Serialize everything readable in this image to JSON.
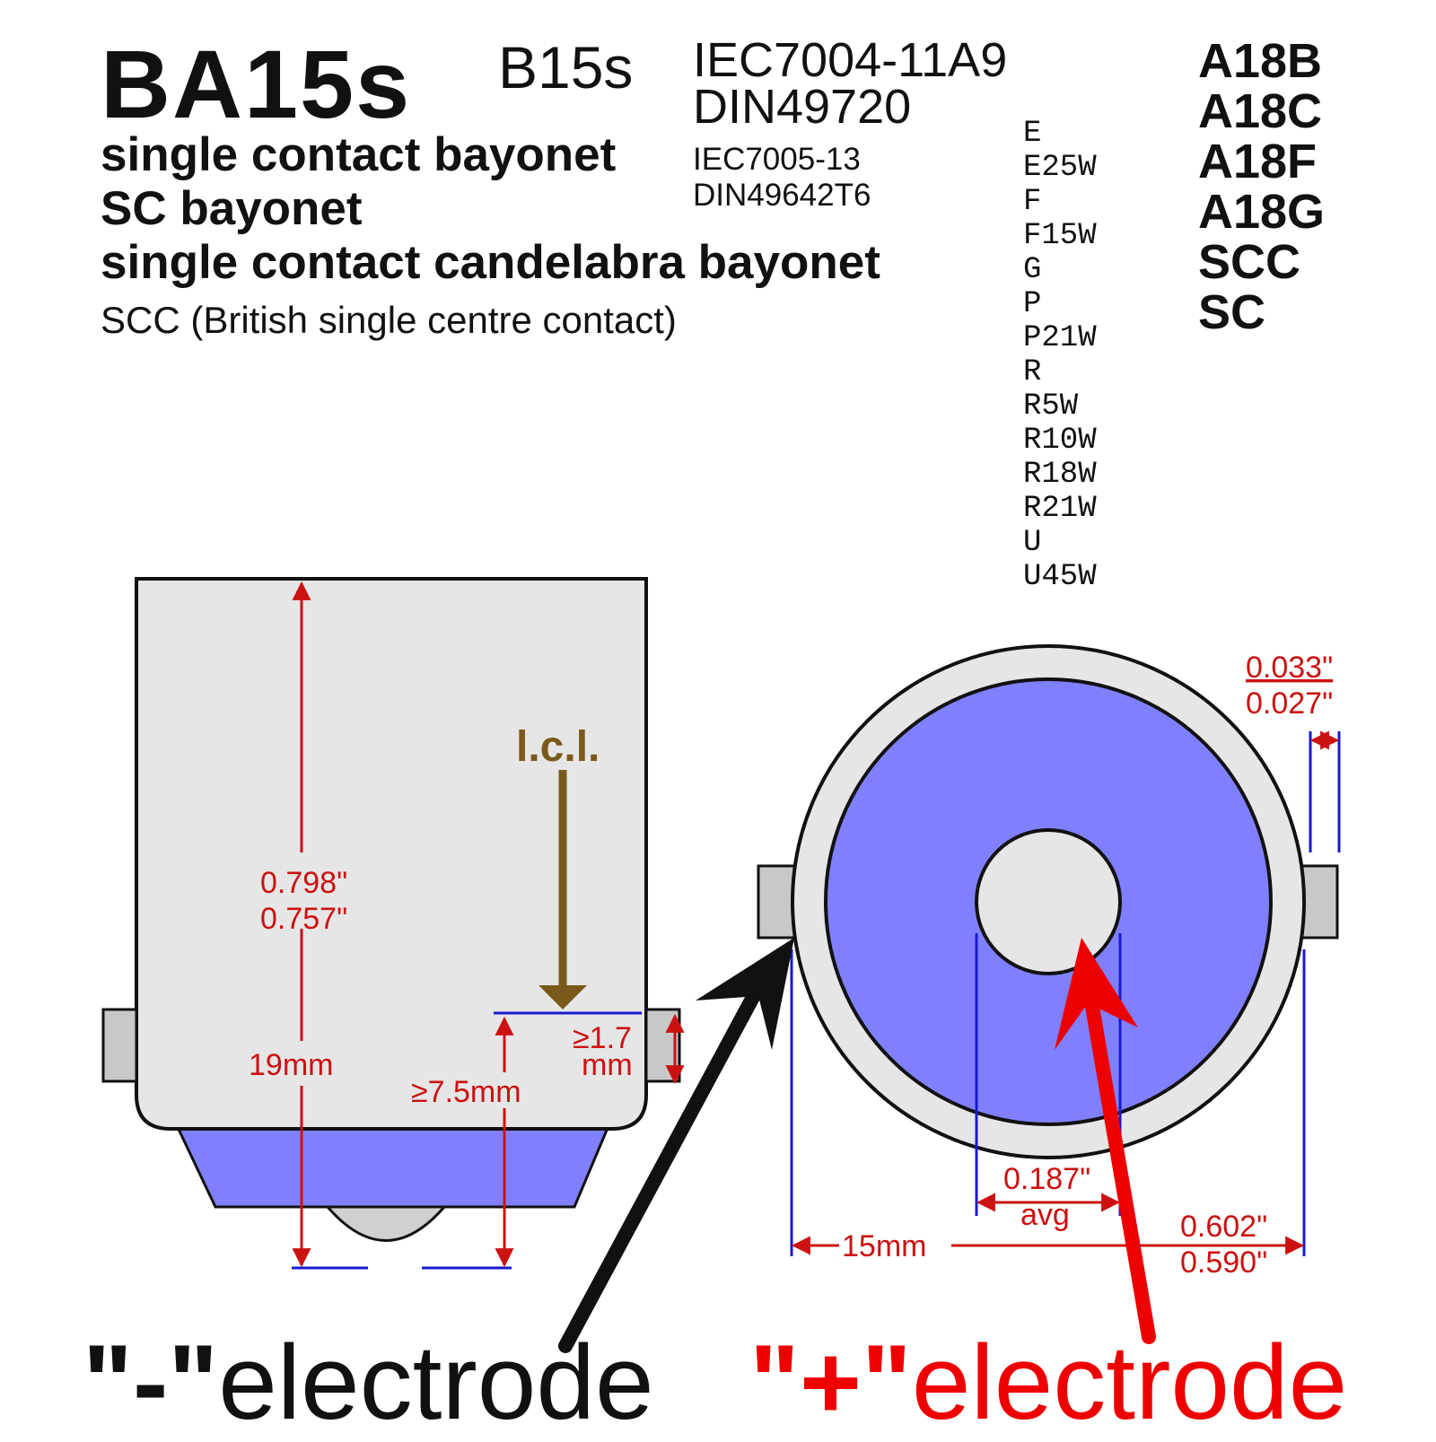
{
  "header": {
    "title": "BA15s",
    "subtitle": "B15s",
    "standard_iec": "IEC7004-11A9",
    "standard_din": "DIN49720",
    "standard_iec_small": "IEC7005-13",
    "standard_din_small": "DIN49642T6"
  },
  "aliases": [
    "single contact bayonet",
    "SC bayonet",
    "single contact candelabra bayonet",
    "SCC (British single centre contact)"
  ],
  "lamp_codes": [
    "E",
    "E25W",
    "F",
    "F15W",
    "G",
    "P",
    "P21W",
    "R",
    "R5W",
    "R10W",
    "R18W",
    "R21W",
    "U",
    "U45W"
  ],
  "families": [
    "A18B",
    "A18C",
    "A18F",
    "A18G",
    "SCC",
    "SC"
  ],
  "side_view": {
    "height_dim_top": "0.798\"",
    "height_dim_bottom": "0.757\"",
    "height_mm": "19mm",
    "lcl_label": "l.c.l.",
    "lcl_offset": "≥7.5mm",
    "pin_dim_line1": "≥1.7",
    "pin_dim_line2": "mm"
  },
  "end_view": {
    "gap_top": "0.033\"",
    "gap_bottom": "0.027\"",
    "contact_dia_line1": "0.187\"",
    "contact_dia_line2": "avg",
    "diameter_mm": "15mm",
    "diameter_top": "0.602\"",
    "diameter_bottom": "0.590\""
  },
  "electrodes": {
    "negative_symbol": "\"-\"",
    "negative_word": "electrode",
    "positive_symbol": "\"+\"",
    "positive_word": "electrode"
  },
  "colors": {
    "base_fill": "#e6e6e6",
    "contact_fill": "#8080ff",
    "dimension": "#cc1111",
    "guide": "#1a1acc",
    "lcl": "#7a5a1a",
    "positive": "#ee0000",
    "negative": "#111111"
  }
}
